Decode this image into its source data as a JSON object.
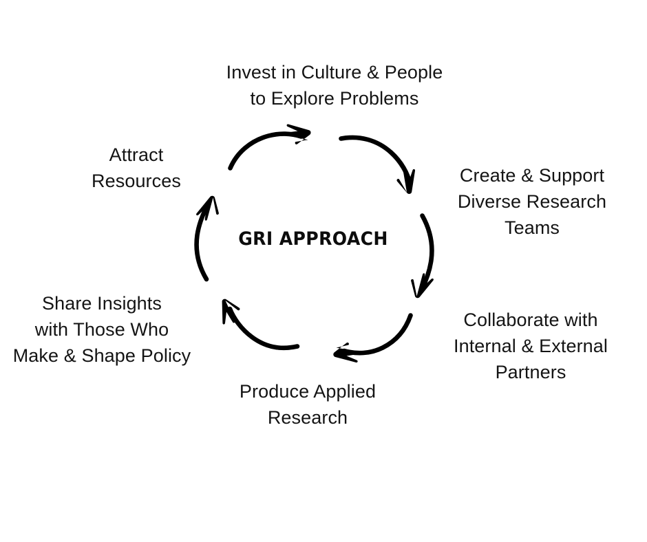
{
  "diagram": {
    "title": "GRI Approach Cycle",
    "center_label": "GRI APPROACH",
    "background_color": "#ffffff",
    "text_color": "#141414",
    "arrow_color": "#000000",
    "shape": "circular-cycle",
    "direction": "clockwise",
    "step_count": 6,
    "steps": [
      {
        "index": 1,
        "position": "top",
        "label": "Invest in Culture & People\nto Explore Problems"
      },
      {
        "index": 2,
        "position": "upper-right",
        "label": "Create & Support\nDiverse Research\nTeams"
      },
      {
        "index": 3,
        "position": "lower-right",
        "label": "Collaborate with\nInternal & External\nPartners"
      },
      {
        "index": 4,
        "position": "bottom",
        "label": "Produce Applied\nResearch"
      },
      {
        "index": 5,
        "position": "lower-left",
        "label": "Share Insights\nwith Those Who\nMake & Shape Policy"
      },
      {
        "index": 6,
        "position": "upper-left",
        "label": "Attract\nResources"
      }
    ],
    "arrows": [
      {
        "index": 1,
        "name": "arrow-top-left-to-top",
        "from_step": 6,
        "to_step": 1
      },
      {
        "index": 2,
        "name": "arrow-top-to-upper-right",
        "from_step": 1,
        "to_step": 2
      },
      {
        "index": 3,
        "name": "arrow-upper-right-to-lower-right",
        "from_step": 2,
        "to_step": 3
      },
      {
        "index": 4,
        "name": "arrow-lower-right-to-bottom",
        "from_step": 3,
        "to_step": 4
      },
      {
        "index": 5,
        "name": "arrow-bottom-to-lower-left",
        "from_step": 4,
        "to_step": 5
      },
      {
        "index": 6,
        "name": "arrow-lower-left-to-upper-left",
        "from_step": 5,
        "to_step": 6
      }
    ]
  }
}
